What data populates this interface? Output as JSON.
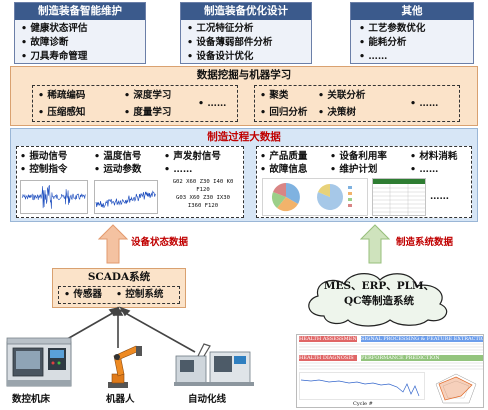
{
  "top_boxes": [
    {
      "title": "制造装备智能维护",
      "items": [
        "健康状态评估",
        "故障诊断",
        "刀具寿命管理"
      ]
    },
    {
      "title": "制造装备优化设计",
      "items": [
        "工况特征分析",
        "设备薄弱部件分析",
        "设备设计优化"
      ]
    },
    {
      "title": "其他",
      "items": [
        "工艺参数优化",
        "能耗分析",
        "……"
      ]
    }
  ],
  "mining": {
    "title": "数据挖掘与机器学习",
    "left": [
      [
        "稀疏编码",
        "深度学习"
      ],
      [
        "压缩感知",
        "度量学习"
      ]
    ],
    "left_dots": "……",
    "right": [
      [
        "聚类",
        "关联分析"
      ],
      [
        "回归分析",
        "决策树"
      ]
    ],
    "right_dots": "……"
  },
  "bigdata": {
    "title": "制造过程大数据",
    "left_rows": [
      [
        "振动信号",
        "温度信号",
        "声发射信号"
      ],
      [
        "控制指令",
        "运动参数",
        "……"
      ]
    ],
    "gcode": [
      "G02 X60 Z30 I40 K0",
      "F120",
      "G03 X60 Z30 IX30",
      "I360 F120"
    ],
    "right_rows": [
      [
        "产品质量",
        "设备利用率",
        "材料消耗"
      ],
      [
        "故障信息",
        "维护计划",
        "……"
      ]
    ]
  },
  "arrows": {
    "left_label": "设备状态数据",
    "right_label": "制造系统数据"
  },
  "scada": {
    "title": "SCADA系统",
    "items": [
      "传感器",
      "控制系统"
    ]
  },
  "cloud": {
    "line1": "MES、ERP、PLM、",
    "line2": "QC等制造系统"
  },
  "devices": [
    "数控机床",
    "机器人",
    "自动化线"
  ],
  "report": {
    "sections": [
      "HEALTH ASSESSMENT",
      "SIGNAL PROCESSING & FEATURE EXTRACTION",
      "HEALTH DIAGNOSIS",
      "PERFORMANCE PREDICTION"
    ],
    "xlabel": "Cycle #"
  },
  "colors": {
    "header": "#3b5a8c",
    "orange_fill": "#fbe3c9",
    "blue_fill": "#d7e6f6",
    "red_text": "#c00000",
    "arrow": "#e8a27a",
    "arrow_green": "#a7c98c"
  }
}
